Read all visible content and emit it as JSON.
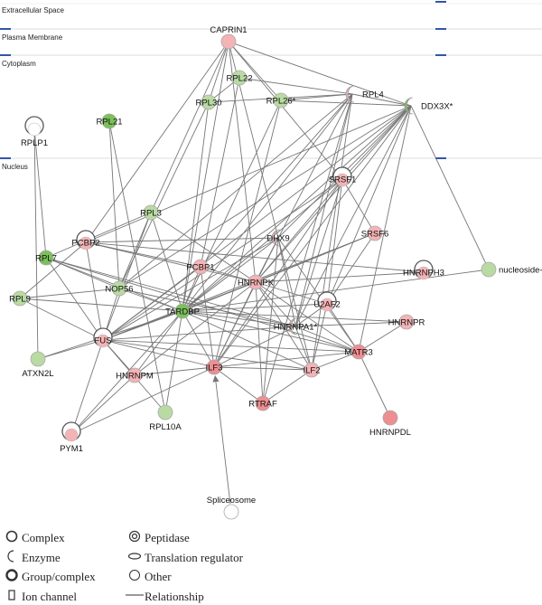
{
  "lanes": [
    {
      "id": "extracellular",
      "label": "Extracellular Space"
    },
    {
      "id": "membrane",
      "label": "Plasma Membrane"
    },
    {
      "id": "cytoplasm",
      "label": "Cytoplasm"
    },
    {
      "id": "nucleus",
      "label": "Nucleus"
    }
  ],
  "colors": {
    "up": "#f4b3b5",
    "up_strong": "#ee8e91",
    "down": "#b9dba3",
    "down_strong": "#7cc05c",
    "none": "#ffffff",
    "edge": "#777777"
  },
  "nodes": [
    {
      "id": "CAPRIN1",
      "label": "CAPRIN1",
      "color": "up",
      "shape": "circle"
    },
    {
      "id": "RPL22",
      "label": "RPL22",
      "color": "down",
      "shape": "circle"
    },
    {
      "id": "RPL30",
      "label": "RPL30",
      "color": "down",
      "shape": "circle"
    },
    {
      "id": "RPL26",
      "label": "RPL26*",
      "color": "down",
      "shape": "circle"
    },
    {
      "id": "RPL4",
      "label": "RPL4",
      "color": "up",
      "shape": "crescent"
    },
    {
      "id": "DDX3X",
      "label": "DDX3X*",
      "color": "down_strong",
      "shape": "crescent"
    },
    {
      "id": "RPL21",
      "label": "RPL21",
      "color": "down_strong",
      "shape": "circle"
    },
    {
      "id": "RPLP1",
      "label": "RPLP1",
      "color": "none",
      "shape": "complex"
    },
    {
      "id": "SRSF1",
      "label": "SRSF1",
      "color": "up",
      "shape": "complex"
    },
    {
      "id": "RPL3",
      "label": "RPL3",
      "color": "down",
      "shape": "circle"
    },
    {
      "id": "DHX9",
      "label": "DHX9",
      "color": "up",
      "shape": "crescent"
    },
    {
      "id": "SRSF6",
      "label": "SRSF6",
      "color": "up",
      "shape": "circle"
    },
    {
      "id": "PCBP2",
      "label": "PCBP2",
      "color": "up",
      "shape": "complex"
    },
    {
      "id": "RPL7",
      "label": "RPL7",
      "color": "down_strong",
      "shape": "circle"
    },
    {
      "id": "PCBP1",
      "label": "PCBP1",
      "color": "up",
      "shape": "circle"
    },
    {
      "id": "HNRNPK",
      "label": "HNRNPK",
      "color": "up",
      "shape": "circle"
    },
    {
      "id": "HNRNPH3",
      "label": "HNRNPH3",
      "color": "up",
      "shape": "complex"
    },
    {
      "id": "NTPase",
      "label": "nucleoside-triphosphatase",
      "color": "down",
      "shape": "circle"
    },
    {
      "id": "RPL9",
      "label": "RPL9",
      "color": "down",
      "shape": "circle"
    },
    {
      "id": "NOP56",
      "label": "NOP56",
      "color": "down",
      "shape": "circle"
    },
    {
      "id": "TARDBP",
      "label": "TARDBP",
      "color": "down_strong",
      "shape": "circle"
    },
    {
      "id": "U2AF2",
      "label": "U2AF2",
      "color": "up",
      "shape": "complex"
    },
    {
      "id": "HNRNPA1",
      "label": "HNRNPA1*",
      "color": "up",
      "shape": "crescent"
    },
    {
      "id": "HNRNPR",
      "label": "HNRNPR",
      "color": "up",
      "shape": "circle"
    },
    {
      "id": "FUS",
      "label": "FUS",
      "color": "up",
      "shape": "complex"
    },
    {
      "id": "ATXN2L",
      "label": "ATXN2L",
      "color": "down",
      "shape": "circle"
    },
    {
      "id": "HNRNPM",
      "label": "HNRNPM",
      "color": "up",
      "shape": "circle"
    },
    {
      "id": "ILF3",
      "label": "ILF3",
      "color": "up_strong",
      "shape": "circle"
    },
    {
      "id": "ILF2",
      "label": "ILF2",
      "color": "up",
      "shape": "circle"
    },
    {
      "id": "MATR3",
      "label": "MATR3",
      "color": "up_strong",
      "shape": "circle"
    },
    {
      "id": "RTRAF",
      "label": "RTRAF",
      "color": "up_strong",
      "shape": "circle"
    },
    {
      "id": "RPL10A",
      "label": "RPL10A",
      "color": "down",
      "shape": "circle"
    },
    {
      "id": "HNRNPDL",
      "label": "HNRNPDL",
      "color": "up_strong",
      "shape": "circle"
    },
    {
      "id": "PYM1",
      "label": "PYM1",
      "color": "up",
      "shape": "complex"
    },
    {
      "id": "Spliceosome",
      "label": "Spliceosome",
      "color": "none",
      "shape": "circle"
    }
  ],
  "edges": [
    [
      "CAPRIN1",
      "RPL30"
    ],
    [
      "CAPRIN1",
      "RPL26"
    ],
    [
      "CAPRIN1",
      "DDX3X"
    ],
    [
      "CAPRIN1",
      "RPL3"
    ],
    [
      "CAPRIN1",
      "TARDBP"
    ],
    [
      "CAPRIN1",
      "DHX9"
    ],
    [
      "CAPRIN1",
      "HNRNPK"
    ],
    [
      "CAPRIN1",
      "PCBP2"
    ],
    [
      "CAPRIN1",
      "SRSF1"
    ],
    [
      "RPL22",
      "RPL30"
    ],
    [
      "RPL22",
      "RPL4"
    ],
    [
      "RPL22",
      "PCBP1"
    ],
    [
      "RPL30",
      "RPL4"
    ],
    [
      "RPL26",
      "RPL4"
    ],
    [
      "RPL26",
      "DDX3X"
    ],
    [
      "RPL30",
      "TARDBP"
    ],
    [
      "RPL30",
      "NOP56"
    ],
    [
      "RPL26",
      "TARDBP"
    ],
    [
      "RPL26",
      "ILF3"
    ],
    [
      "RPL4",
      "DDX3X"
    ],
    [
      "RPL4",
      "HNRNPK"
    ],
    [
      "RPL4",
      "TARDBP"
    ],
    [
      "RPL4",
      "NOP56"
    ],
    [
      "RPL4",
      "PCBP1"
    ],
    [
      "RPL4",
      "HNRNPA1"
    ],
    [
      "RPL4",
      "ILF2"
    ],
    [
      "RPL4",
      "RTRAF"
    ],
    [
      "DDX3X",
      "SRSF1"
    ],
    [
      "DDX3X",
      "DHX9"
    ],
    [
      "DDX3X",
      "HNRNPK"
    ],
    [
      "DDX3X",
      "TARDBP"
    ],
    [
      "DDX3X",
      "HNRNPA1"
    ],
    [
      "DDX3X",
      "ILF3"
    ],
    [
      "DDX3X",
      "FUS"
    ],
    [
      "DDX3X",
      "NOP56"
    ],
    [
      "DDX3X",
      "MATR3"
    ],
    [
      "DDX3X",
      "U2AF2"
    ],
    [
      "DDX3X",
      "PCBP2"
    ],
    [
      "NTPase",
      "DDX3X"
    ],
    [
      "RPL21",
      "NOP56"
    ],
    [
      "RPL21",
      "RPL10A"
    ],
    [
      "RPLP1",
      "ATXN2L"
    ],
    [
      "RPLP1",
      "RPL7"
    ],
    [
      "SRSF1",
      "TARDBP"
    ],
    [
      "SRSF1",
      "HNRNPK"
    ],
    [
      "SRSF1",
      "SRSF6"
    ],
    [
      "SRSF1",
      "FUS"
    ],
    [
      "SRSF1",
      "HNRNPA1"
    ],
    [
      "SRSF1",
      "U2AF2"
    ],
    [
      "SRSF1",
      "ILF3"
    ],
    [
      "RPL3",
      "TARDBP"
    ],
    [
      "RPL3",
      "NOP56"
    ],
    [
      "RPL3",
      "RPL7"
    ],
    [
      "RPL3",
      "HNRNPK"
    ],
    [
      "RPL3",
      "FUS"
    ],
    [
      "DHX9",
      "TARDBP"
    ],
    [
      "DHX9",
      "ILF3"
    ],
    [
      "DHX9",
      "ILF2"
    ],
    [
      "DHX9",
      "HNRNPK"
    ],
    [
      "DHX9",
      "FUS"
    ],
    [
      "DHX9",
      "MATR3"
    ],
    [
      "DHX9",
      "HNRNPA1"
    ],
    [
      "DHX9",
      "RTRAF"
    ],
    [
      "DHX9",
      "PCBP2"
    ],
    [
      "SRSF6",
      "TARDBP"
    ],
    [
      "SRSF6",
      "FUS"
    ],
    [
      "SRSF6",
      "U2AF2"
    ],
    [
      "SRSF6",
      "HNRNPK"
    ],
    [
      "PCBP2",
      "HNRNPK"
    ],
    [
      "PCBP2",
      "PCBP1"
    ],
    [
      "PCBP2",
      "FUS"
    ],
    [
      "PCBP2",
      "HNRNPH3"
    ],
    [
      "RPL7",
      "TARDBP"
    ],
    [
      "RPL7",
      "NOP56"
    ],
    [
      "RPL7",
      "HNRNPA1"
    ],
    [
      "RPL7",
      "FUS"
    ],
    [
      "RPL7",
      "MATR3"
    ],
    [
      "PCBP1",
      "HNRNPK"
    ],
    [
      "PCBP1",
      "TARDBP"
    ],
    [
      "PCBP1",
      "FUS"
    ],
    [
      "PCBP1",
      "ILF3"
    ],
    [
      "HNRNPK",
      "TARDBP"
    ],
    [
      "HNRNPK",
      "HNRNPA1"
    ],
    [
      "HNRNPK",
      "ILF3"
    ],
    [
      "HNRNPK",
      "ILF2"
    ],
    [
      "HNRNPK",
      "FUS"
    ],
    [
      "HNRNPK",
      "MATR3"
    ],
    [
      "HNRNPK",
      "HNRNPM"
    ],
    [
      "HNRNPK",
      "RTRAF"
    ],
    [
      "HNRNPK",
      "U2AF2"
    ],
    [
      "HNRNPK",
      "HNRNPH3"
    ],
    [
      "RPL9",
      "TARDBP"
    ],
    [
      "RPL9",
      "FUS"
    ],
    [
      "RPL9",
      "NOP56"
    ],
    [
      "RPL9",
      "PCBP2"
    ],
    [
      "NOP56",
      "TARDBP"
    ],
    [
      "NOP56",
      "FUS"
    ],
    [
      "NOP56",
      "HNRNPA1"
    ],
    [
      "TARDBP",
      "HNRNPA1"
    ],
    [
      "TARDBP",
      "FUS"
    ],
    [
      "TARDBP",
      "ILF3"
    ],
    [
      "TARDBP",
      "ILF2"
    ],
    [
      "TARDBP",
      "MATR3"
    ],
    [
      "TARDBP",
      "HNRNPM"
    ],
    [
      "TARDBP",
      "ATXN2L"
    ],
    [
      "TARDBP",
      "U2AF2"
    ],
    [
      "TARDBP",
      "HNRNPR"
    ],
    [
      "TARDBP",
      "RPL10A"
    ],
    [
      "TARDBP",
      "PYM1"
    ],
    [
      "TARDBP",
      "NTPase"
    ],
    [
      "U2AF2",
      "HNRNPA1"
    ],
    [
      "U2AF2",
      "ILF2"
    ],
    [
      "U2AF2",
      "MATR3"
    ],
    [
      "HNRNPA1",
      "ILF3"
    ],
    [
      "HNRNPA1",
      "ILF2"
    ],
    [
      "HNRNPA1",
      "MATR3"
    ],
    [
      "HNRNPA1",
      "HNRNPR"
    ],
    [
      "HNRNPA1",
      "FUS"
    ],
    [
      "FUS",
      "ILF3"
    ],
    [
      "FUS",
      "ILF2"
    ],
    [
      "FUS",
      "MATR3"
    ],
    [
      "FUS",
      "HNRNPM"
    ],
    [
      "FUS",
      "PYM1"
    ],
    [
      "FUS",
      "ATXN2L"
    ],
    [
      "ILF3",
      "ILF2"
    ],
    [
      "ILF3",
      "MATR3"
    ],
    [
      "ILF3",
      "RTRAF"
    ],
    [
      "ILF3",
      "HNRNPM"
    ],
    [
      "ILF3",
      "PYM1"
    ],
    [
      "ILF2",
      "MATR3"
    ],
    [
      "ILF2",
      "RTRAF"
    ],
    [
      "MATR3",
      "HNRNPDL"
    ],
    [
      "MATR3",
      "HNRNPR"
    ],
    [
      "PYM1",
      "HNRNPM"
    ],
    [
      "RPL10A",
      "FUS"
    ]
  ],
  "arrows": [
    [
      "Spliceosome",
      "ILF3"
    ]
  ],
  "legend": [
    {
      "key": "complex",
      "label": "Complex"
    },
    {
      "key": "enzyme",
      "label": "Enzyme"
    },
    {
      "key": "group",
      "label": "Group/complex"
    },
    {
      "key": "ion",
      "label": "Ion channel"
    },
    {
      "key": "peptidase",
      "label": "Peptidase"
    },
    {
      "key": "translation",
      "label": "Translation regulator"
    },
    {
      "key": "other",
      "label": "Other"
    },
    {
      "key": "relationship",
      "label": "Relationship"
    }
  ]
}
